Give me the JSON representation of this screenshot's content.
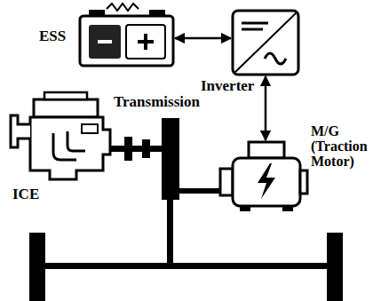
{
  "diagram": {
    "nodes": [
      {
        "text": [
          "ESS"
        ]
      },
      {
        "text": [
          "Inverter"
        ]
      },
      {
        "text": [
          "M/G (Traction Motor)"
        ]
      }
    ],
    "edges": [
      {
        "from": 0,
        "to": 1,
        "arrow": "both"
      },
      {
        "from": 1,
        "to": 2,
        "arrow": "both"
      }
    ],
    "labels": [
      "Transmission",
      "ICE"
    ]
  }
}
